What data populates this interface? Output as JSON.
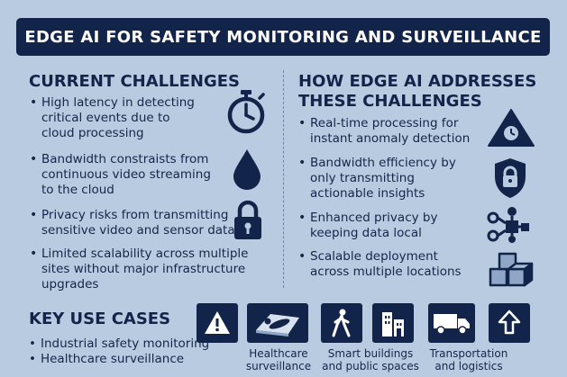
{
  "title": "EDGE AI FOR SAFETY MONITORING AND SURVEILLANCE",
  "challenges": {
    "heading": "CURRENT CHALLENGES",
    "items": [
      {
        "lines": [
          "High latency in detecting",
          "critical events due to",
          "cloud processing"
        ],
        "icon": "stopwatch-icon"
      },
      {
        "lines": [
          "Bandwidth constraists from",
          "continuous video streaming",
          "to the cloud"
        ],
        "icon": "water-drop-icon"
      },
      {
        "lines": [
          "Privacy risks from transmitting",
          "sensitive video and sensor data"
        ],
        "icon": "padlock-icon"
      },
      {
        "lines": [
          "Limited scalability across multiple",
          "sites without major infrastructure",
          "upgrades"
        ],
        "icon": ""
      }
    ]
  },
  "solutions": {
    "heading_lines": [
      "HOW EDGE AI ADDRESSES",
      "THESE CHALLENGES"
    ],
    "items": [
      {
        "lines": [
          "Real-time processing for",
          "instant anomaly detection"
        ],
        "icon": "warning-clock-icon"
      },
      {
        "lines": [
          "Bandwidth efficiency by",
          "only transmitting",
          "actionable insights"
        ],
        "icon": "shield-lock-icon"
      },
      {
        "lines": [
          "Enhanced privacy by",
          "keeping data local"
        ],
        "icon": "network-nodes-icon"
      },
      {
        "lines": [
          "Scalable deployment",
          "across multiple locations"
        ],
        "icon": "stacked-cubes-icon"
      }
    ]
  },
  "use_cases": {
    "heading": "KEY USE CASES",
    "items": [
      "Industrial safety monitoring",
      "Healthcare surveillance"
    ],
    "tiles": [
      {
        "icon": "warning-icon",
        "label_lines": []
      },
      {
        "icon": "patient-bed-icon",
        "label_lines": [
          "Healthcare",
          "surveillance"
        ]
      },
      {
        "icon": "pedestrian-icon",
        "label_lines": [
          "Smart buildings",
          "and public spaces"
        ]
      },
      {
        "icon": "building-icon",
        "label_lines": []
      },
      {
        "icon": "truck-icon",
        "label_lines": [
          "Transportation",
          "and logistics"
        ]
      },
      {
        "icon": "upload-arrow-icon",
        "label_lines": []
      }
    ]
  },
  "colors": {
    "background": "#b9cbe0",
    "navy": "#13244a",
    "text": "#16254a"
  }
}
